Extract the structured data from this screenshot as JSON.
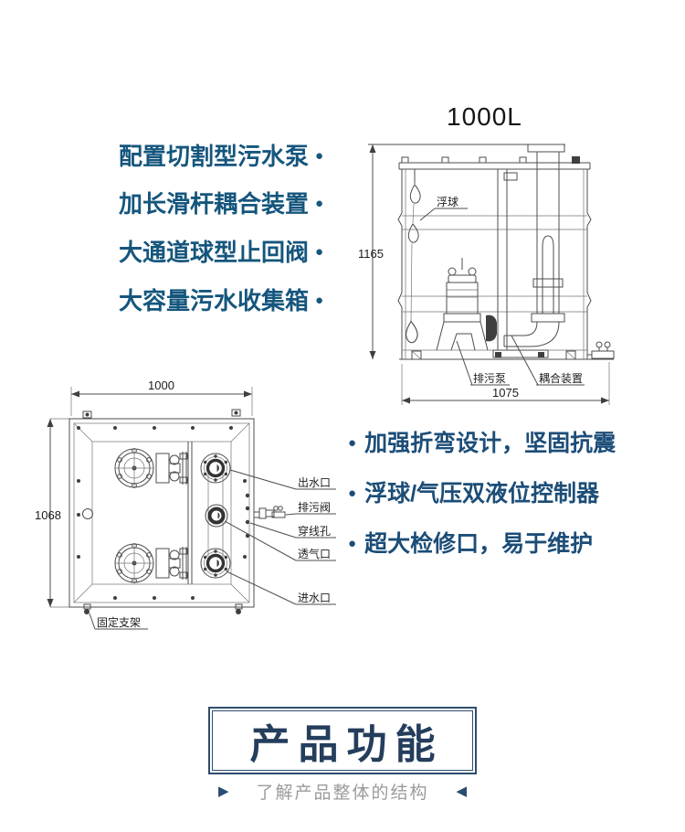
{
  "colors": {
    "accent_left": "#15567d",
    "accent_right": "#1c4d78",
    "banner_text": "#243e5c",
    "banner_border": "#2e4d6d",
    "tagline_text": "#9b9b9b",
    "arrow": "#2a4b72",
    "line": "#4d4d4d"
  },
  "left_features": {
    "bullet": "●",
    "items": [
      {
        "label": "配置切割型污水泵"
      },
      {
        "label": "加长滑杆耦合装置"
      },
      {
        "label": "大通道球型止回阀"
      },
      {
        "label": "大容量污水收集箱"
      }
    ]
  },
  "right_features": {
    "bullet": "●",
    "items": [
      {
        "label": "加强折弯设计，坚固抗震"
      },
      {
        "label": "浮球/气压双液位控制器"
      },
      {
        "label": "超大检修口，易于维护"
      }
    ]
  },
  "side_view": {
    "title": "1000L",
    "height_dim": "1165",
    "width_dim": "1075",
    "float_label": "浮球",
    "pump_label": "排污泵",
    "coupling_label": "耦合装置"
  },
  "top_view": {
    "width_dim": "1000",
    "height_dim": "1068",
    "outlet_label": "出水口",
    "drain_valve_label": "排污阀",
    "wire_hole_label": "穿线孔",
    "vent_label": "透气口",
    "inlet_label": "进水口",
    "bracket_label": "固定支架"
  },
  "banner": {
    "title": "产品功能",
    "subtitle": "了解产品整体的结构",
    "left_arrow": "▶",
    "right_arrow": "◀"
  }
}
